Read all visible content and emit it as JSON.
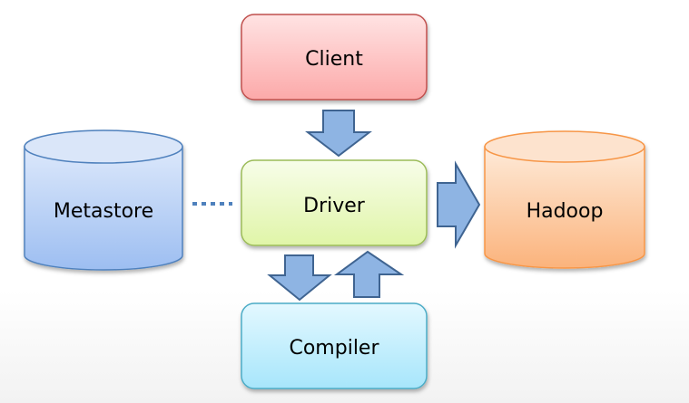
{
  "diagram": {
    "nodes": {
      "client": {
        "label": "Client",
        "shape": "rounded-rect",
        "color": "#f6a4a4",
        "border": "#c0504d"
      },
      "driver": {
        "label": "Driver",
        "shape": "rounded-rect",
        "color": "#e8f7c4",
        "border": "#9bbb59"
      },
      "compiler": {
        "label": "Compiler",
        "shape": "rounded-rect",
        "color": "#b8ecfb",
        "border": "#4bacc6"
      },
      "metastore": {
        "label": "Metastore",
        "shape": "cylinder",
        "color": "#aecbf5",
        "border": "#4f81bd"
      },
      "hadoop": {
        "label": "Hadoop",
        "shape": "cylinder",
        "color": "#fbbf8c",
        "border": "#f79646"
      }
    },
    "edges": [
      {
        "from": "client",
        "to": "driver",
        "style": "block-arrow"
      },
      {
        "from": "driver",
        "to": "compiler",
        "style": "block-arrow"
      },
      {
        "from": "compiler",
        "to": "driver",
        "style": "block-arrow"
      },
      {
        "from": "driver",
        "to": "hadoop",
        "style": "block-arrow"
      },
      {
        "from": "metastore",
        "to": "driver",
        "style": "dotted-line"
      }
    ],
    "arrow_color": "#8eb4e3",
    "arrow_border": "#3f6491"
  }
}
